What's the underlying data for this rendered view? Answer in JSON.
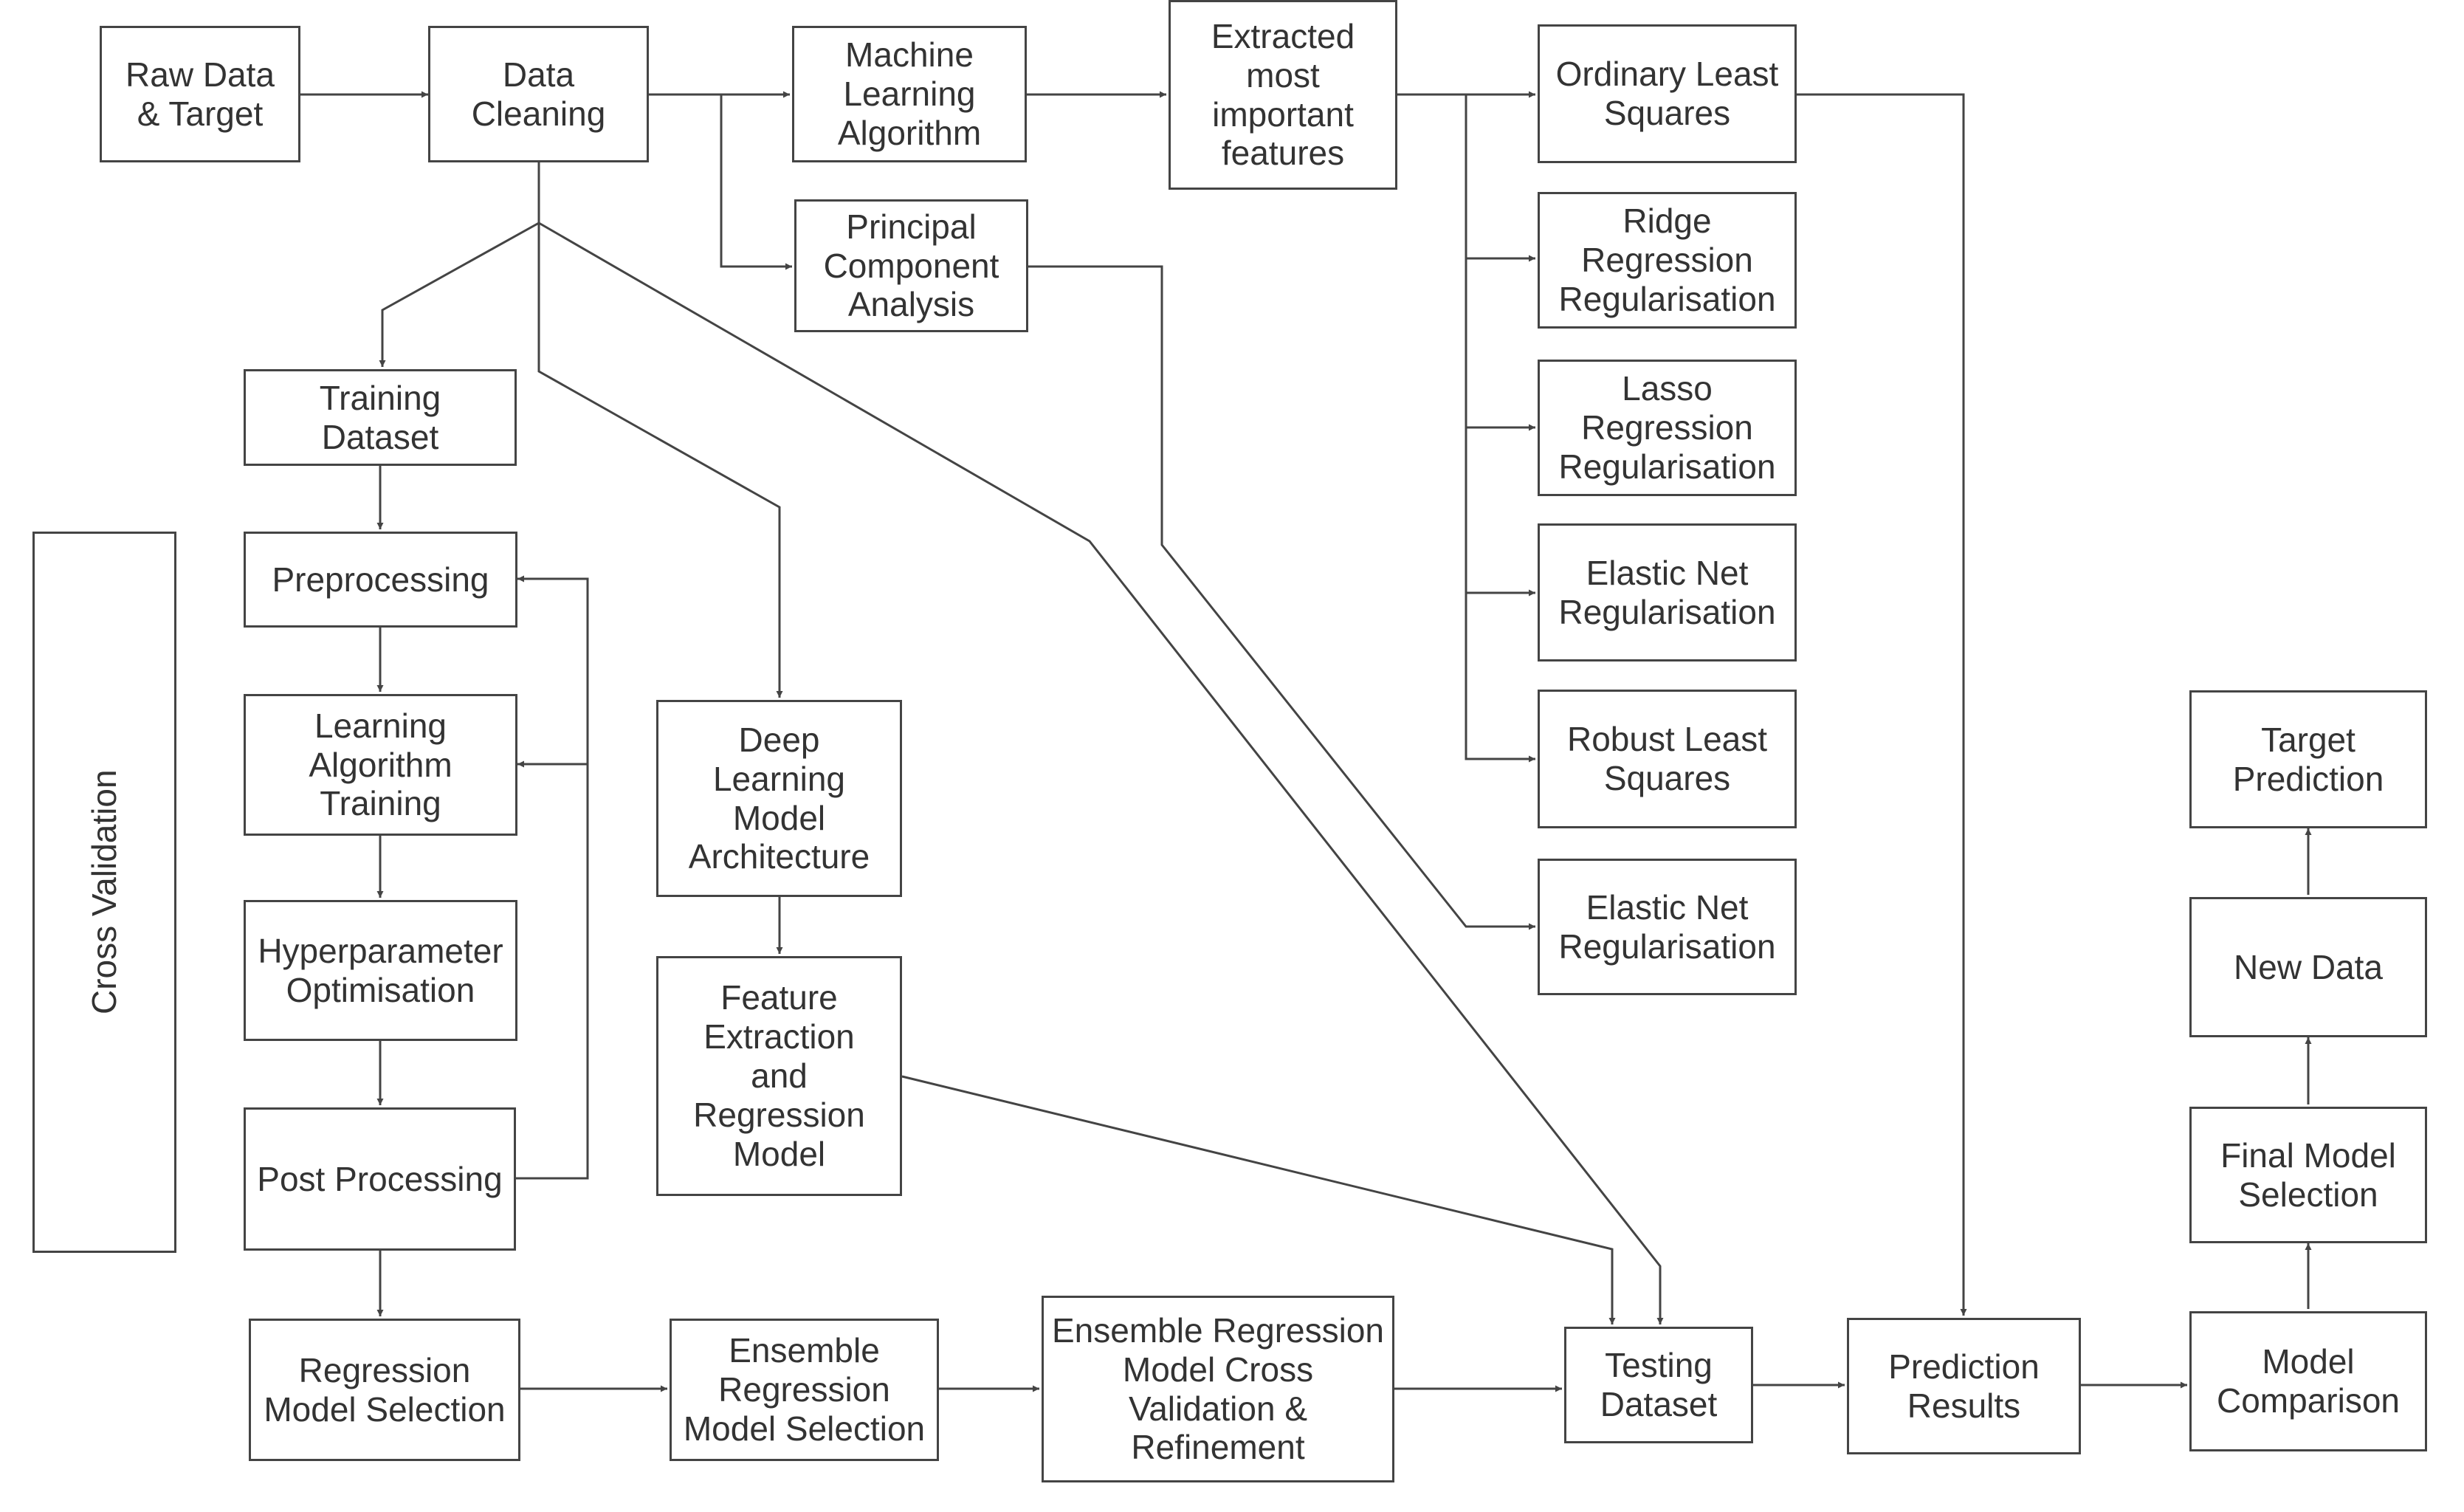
{
  "nodes": {
    "raw_data": "Raw Data\n& Target",
    "data_cleaning": "Data\nCleaning",
    "ml_algorithm": "Machine\nLearning\nAlgorithm",
    "extracted_features": "Extracted\nmost\nimportant\nfeatures",
    "pca": "Principal\nComponent\nAnalysis",
    "ols": "Ordinary Least\nSquares",
    "ridge": "Ridge\nRegression\nRegularisation",
    "lasso": "Lasso\nRegression\nRegularisation",
    "elastic_net_1": "Elastic Net\nRegularisation",
    "robust_ls": "Robust Least\nSquares",
    "elastic_net_2": "Elastic Net\nRegularisation",
    "training_dataset": "Training\nDataset",
    "preprocessing": "Preprocessing",
    "learning_algorithm": "Learning\nAlgorithm\nTraining",
    "hyperparameter": "Hyperparameter\nOptimisation",
    "post_processing": "Post Processing",
    "cross_validation": "Cross Validation",
    "deep_learning": "Deep\nLearning\nModel\nArchitecture",
    "feature_extraction": "Feature\nExtraction\nand\nRegression\nModel",
    "regression_selection": "Regression\nModel Selection",
    "ensemble_selection": "Ensemble\nRegression\nModel Selection",
    "ensemble_cv": "Ensemble Regression\nModel Cross\nValidation &\nRefinement",
    "testing_dataset": "Testing\nDataset",
    "prediction_results": "Prediction\nResults",
    "model_comparison": "Model\nComparison",
    "final_model": "Final Model\nSelection",
    "new_data": "New Data",
    "target_prediction": "Target\nPrediction"
  },
  "colors": {
    "line": "#444444",
    "text": "#333333",
    "background": "#ffffff"
  }
}
